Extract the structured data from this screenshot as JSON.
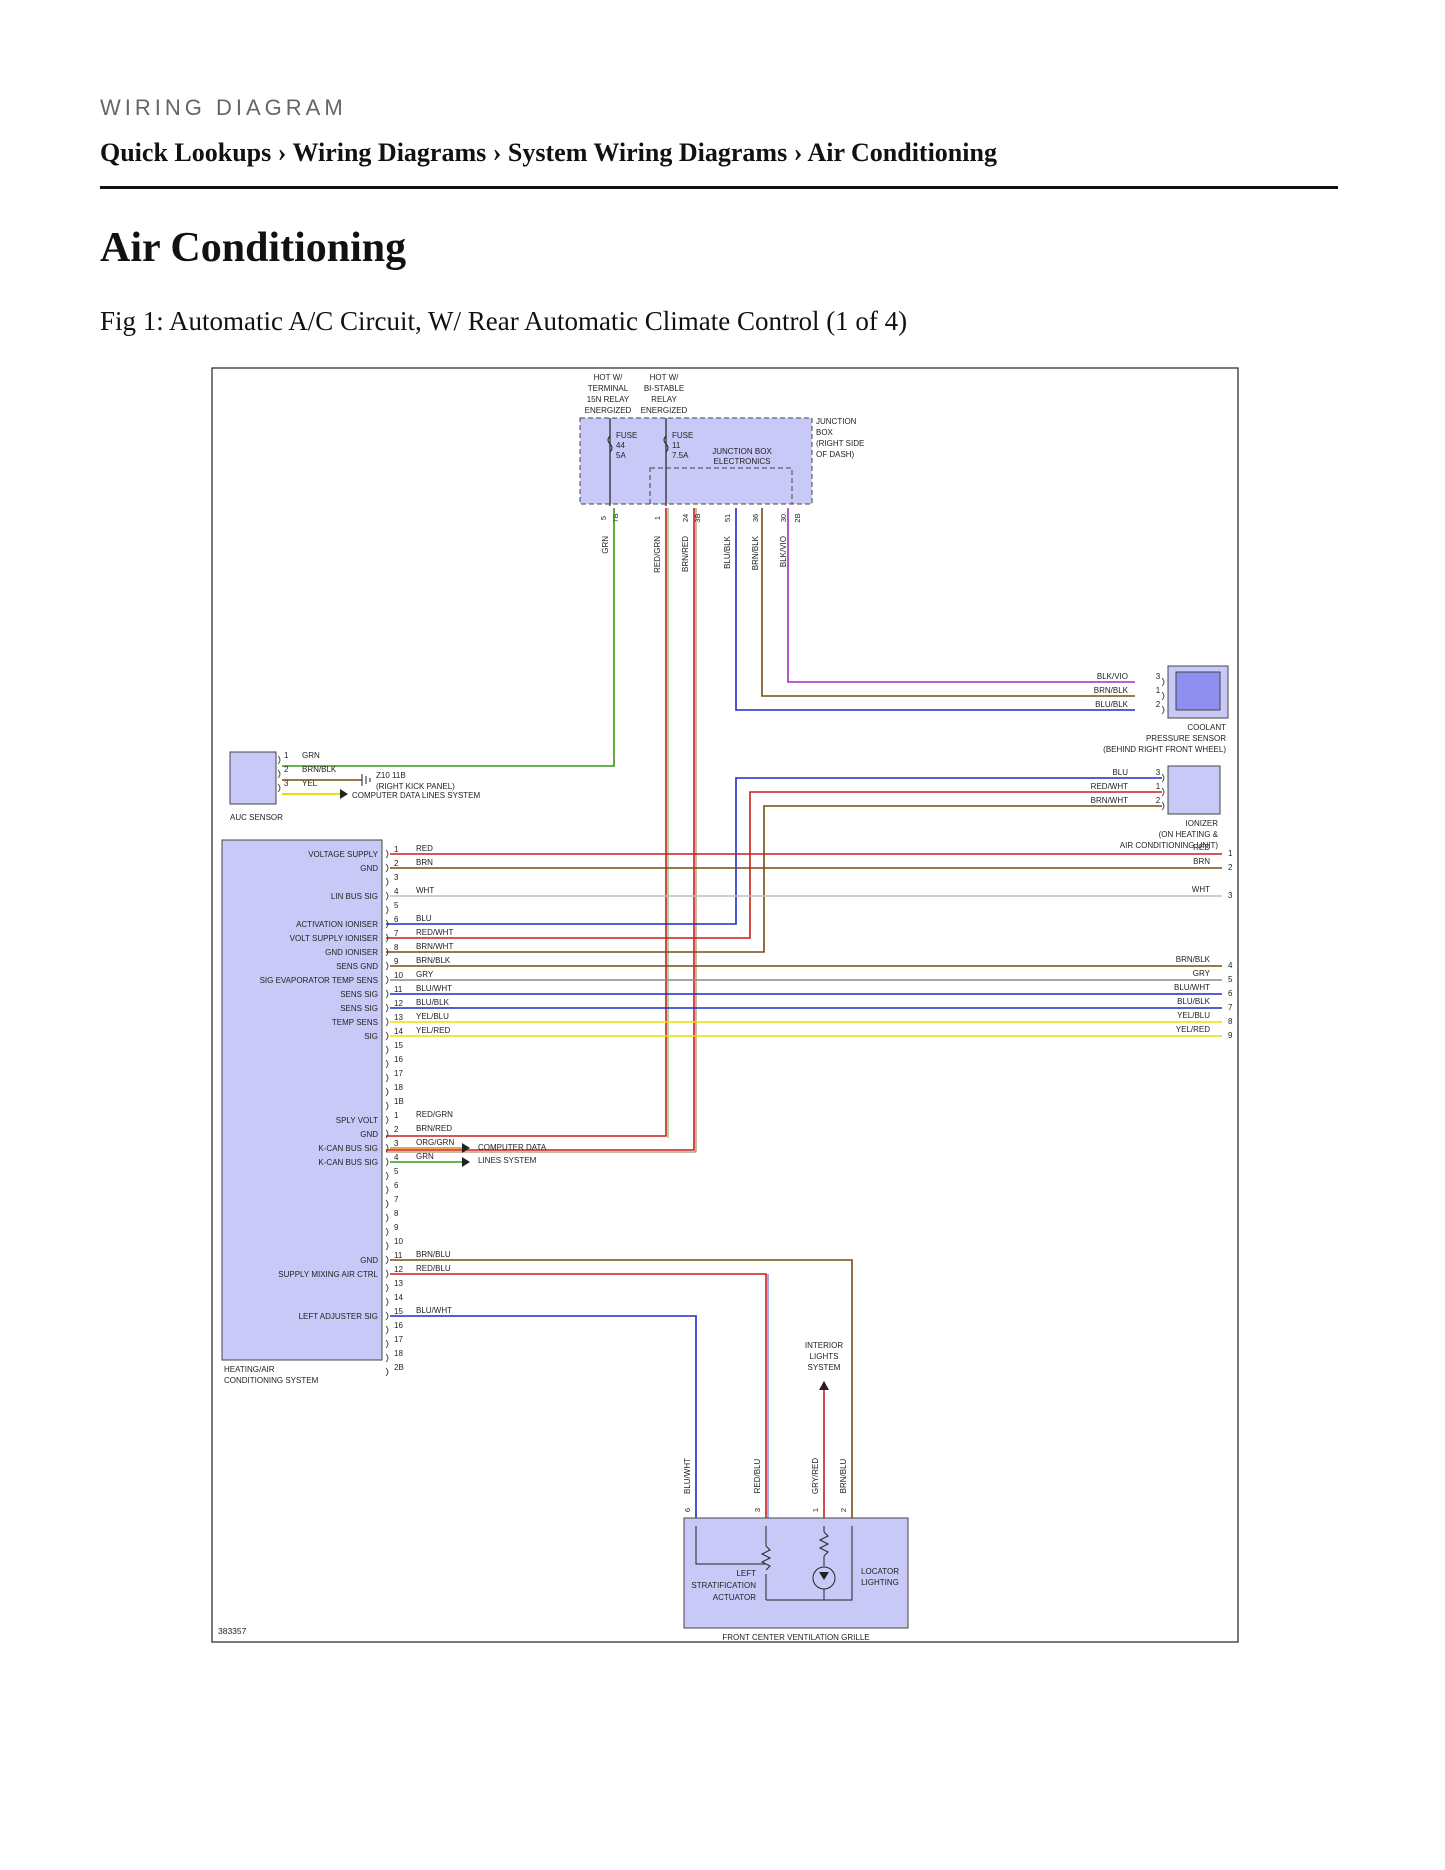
{
  "header": {
    "kicker": "WIRING DIAGRAM",
    "breadcrumb": [
      "Quick Lookups",
      "Wiring Diagrams",
      "System Wiring Diagrams",
      "Air Conditioning"
    ],
    "separator": "›"
  },
  "page_title": "Air Conditioning",
  "figure_caption": "Fig 1: Automatic A/C Circuit, W/ Rear Automatic Climate Control (1 of 4)",
  "diagram": {
    "figure_id": "383357",
    "hot_labels": [
      [
        "HOT W/",
        "TERMINAL",
        "15N RELAY",
        "ENERGIZED"
      ],
      [
        "HOT W/",
        "BI-STABLE",
        "RELAY",
        "ENERGIZED"
      ]
    ],
    "fuses": [
      {
        "name": "FUSE",
        "number": "44",
        "rating": "5A"
      },
      {
        "name": "FUSE",
        "number": "11",
        "rating": "7.5A"
      }
    ],
    "junction_box": {
      "label": [
        "JUNCTION",
        "BOX",
        "(RIGHT SIDE",
        "OF DASH)"
      ],
      "electronics": [
        "JUNCTION BOX",
        "ELECTRONICS"
      ],
      "pins": [
        "5",
        "7B",
        "1",
        "24",
        "3B",
        "51",
        "36",
        "30",
        "2B"
      ],
      "wires": [
        "GRN",
        "RED/GRN",
        "BRN/RED",
        "BLU/BLK",
        "BRN/BLK",
        "BLK/VIO"
      ]
    },
    "coolant_sensor": {
      "label": [
        "COOLANT",
        "PRESSURE SENSOR",
        "(BEHIND RIGHT FRONT WHEEL)"
      ],
      "pins": [
        {
          "wire": "BLK/VIO",
          "pin": "3"
        },
        {
          "wire": "BRN/BLK",
          "pin": "1"
        },
        {
          "wire": "BLU/BLK",
          "pin": "2"
        }
      ]
    },
    "auc_sensor": {
      "label": "AUC SENSOR",
      "pins": [
        {
          "pin": "1",
          "wire": "GRN"
        },
        {
          "pin": "2",
          "wire": "BRN/BLK"
        },
        {
          "pin": "3",
          "wire": "YEL"
        }
      ],
      "ground": [
        "Z10 11B",
        "(RIGHT KICK PANEL)"
      ],
      "data_lines": "COMPUTER DATA LINES SYSTEM"
    },
    "ionizer": {
      "label": [
        "IONIZER",
        "(ON HEATING &",
        "AIR CONDITIONING UNIT)"
      ],
      "pins": [
        {
          "wire": "BLU",
          "pin": "3"
        },
        {
          "wire": "RED/WHT",
          "pin": "1"
        },
        {
          "wire": "BRN/WHT",
          "pin": "2"
        }
      ]
    },
    "hvac_unit": {
      "label": [
        "HEATING/AIR",
        "CONDITIONING SYSTEM"
      ],
      "connector1": [
        {
          "pin": "1",
          "func": "VOLTAGE SUPPLY",
          "wire": "RED"
        },
        {
          "pin": "2",
          "func": "GND",
          "wire": "BRN"
        },
        {
          "pin": "3",
          "func": "",
          "wire": ""
        },
        {
          "pin": "4",
          "func": "LIN BUS SIG",
          "wire": "WHT"
        },
        {
          "pin": "5",
          "func": "",
          "wire": ""
        },
        {
          "pin": "6",
          "func": "ACTIVATION IONISER",
          "wire": "BLU"
        },
        {
          "pin": "7",
          "func": "VOLT SUPPLY IONISER",
          "wire": "RED/WHT"
        },
        {
          "pin": "8",
          "func": "GND IONISER",
          "wire": "BRN/WHT"
        },
        {
          "pin": "9",
          "func": "SENS GND",
          "wire": "BRN/BLK"
        },
        {
          "pin": "10",
          "func": "SIG EVAPORATOR TEMP SENS",
          "wire": "GRY"
        },
        {
          "pin": "11",
          "func": "SENS SIG",
          "wire": "BLU/WHT"
        },
        {
          "pin": "12",
          "func": "SENS SIG",
          "wire": "BLU/BLK"
        },
        {
          "pin": "13",
          "func": "TEMP SENS",
          "wire": "YEL/BLU"
        },
        {
          "pin": "14",
          "func": "SIG",
          "wire": "YEL/RED"
        },
        {
          "pin": "15",
          "func": "",
          "wire": ""
        },
        {
          "pin": "16",
          "func": "",
          "wire": ""
        },
        {
          "pin": "17",
          "func": "",
          "wire": ""
        },
        {
          "pin": "18",
          "func": "",
          "wire": ""
        },
        {
          "pin": "1B",
          "func": "",
          "wire": ""
        }
      ],
      "connector2": [
        {
          "pin": "1",
          "func": "SPLY VOLT",
          "wire": "RED/GRN"
        },
        {
          "pin": "2",
          "func": "GND",
          "wire": "BRN/RED"
        },
        {
          "pin": "3",
          "func": "K-CAN BUS SIG",
          "wire": "ORG/GRN"
        },
        {
          "pin": "4",
          "func": "K-CAN BUS SIG",
          "wire": "GRN"
        },
        {
          "pin": "5",
          "func": "",
          "wire": ""
        },
        {
          "pin": "6",
          "func": "",
          "wire": ""
        },
        {
          "pin": "7",
          "func": "",
          "wire": ""
        },
        {
          "pin": "8",
          "func": "",
          "wire": ""
        },
        {
          "pin": "9",
          "func": "",
          "wire": ""
        },
        {
          "pin": "10",
          "func": "",
          "wire": ""
        },
        {
          "pin": "11",
          "func": "GND",
          "wire": "BRN/BLU"
        },
        {
          "pin": "12",
          "func": "SUPPLY MIXING AIR CTRL",
          "wire": "RED/BLU"
        },
        {
          "pin": "13",
          "func": "",
          "wire": ""
        },
        {
          "pin": "14",
          "func": "",
          "wire": ""
        },
        {
          "pin": "15",
          "func": "LEFT ADJUSTER SIG",
          "wire": "BLU/WHT"
        },
        {
          "pin": "16",
          "func": "",
          "wire": ""
        },
        {
          "pin": "17",
          "func": "",
          "wire": ""
        },
        {
          "pin": "18",
          "func": "",
          "wire": ""
        },
        {
          "pin": "2B",
          "func": "",
          "wire": ""
        }
      ],
      "data_lines": [
        "COMPUTER DATA",
        "LINES SYSTEM"
      ]
    },
    "right_pins": [
      {
        "wire": "RED",
        "pin": "1"
      },
      {
        "wire": "BRN",
        "pin": "2"
      },
      {
        "wire": "WHT",
        "pin": "3"
      },
      {
        "wire": "BRN/BLK",
        "pin": "4"
      },
      {
        "wire": "GRY",
        "pin": "5"
      },
      {
        "wire": "BLU/WHT",
        "pin": "6"
      },
      {
        "wire": "BLU/BLK",
        "pin": "7"
      },
      {
        "wire": "YEL/BLU",
        "pin": "8"
      },
      {
        "wire": "YEL/RED",
        "pin": "9"
      }
    ],
    "vent_grille": {
      "label": "FRONT CENTER VENTILATION GRILLE",
      "actuator": [
        "LEFT",
        "STRATIFICATION",
        "ACTUATOR"
      ],
      "locator": [
        "LOCATOR",
        "LIGHTING"
      ],
      "interior": [
        "INTERIOR",
        "LIGHTS",
        "SYSTEM"
      ],
      "wires": [
        {
          "wire": "BLU/WHT",
          "pin": "6"
        },
        {
          "wire": "RED/BLU",
          "pin": "3"
        },
        {
          "wire": "GRY/RED",
          "pin": "1"
        },
        {
          "wire": "BRN/BLU",
          "pin": "2"
        }
      ]
    },
    "colors": {
      "RED": "#c81e1e",
      "BRN": "#7a4a14",
      "WHT": "#bdbdbd",
      "BLU": "#1c2bc8",
      "GRN": "#3a9a12",
      "YEL": "#e8e000",
      "GRY": "#8a8a8a",
      "VIO": "#a02cc0",
      "BLK": "#222222",
      "ORG": "#e8860c",
      "component": "#c9c9f8"
    }
  }
}
